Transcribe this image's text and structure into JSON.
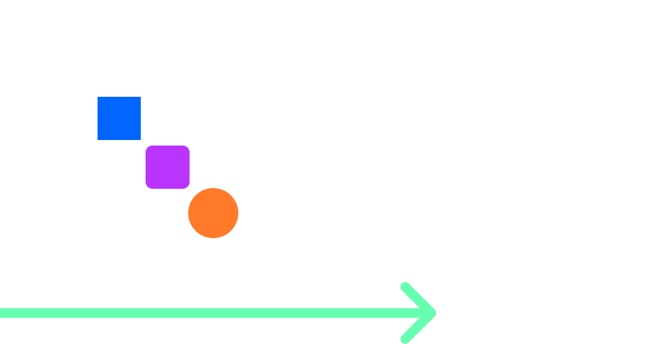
{
  "scene": {
    "background_color": "#ffffff",
    "shapes": [
      {
        "name": "square",
        "color": "#0066ff"
      },
      {
        "name": "rounded-square",
        "color": "#bb33ff"
      },
      {
        "name": "circle",
        "color": "#ff7b2a"
      }
    ],
    "arrow": {
      "icon": "arrow-right-icon",
      "color": "#66ffb2"
    }
  }
}
